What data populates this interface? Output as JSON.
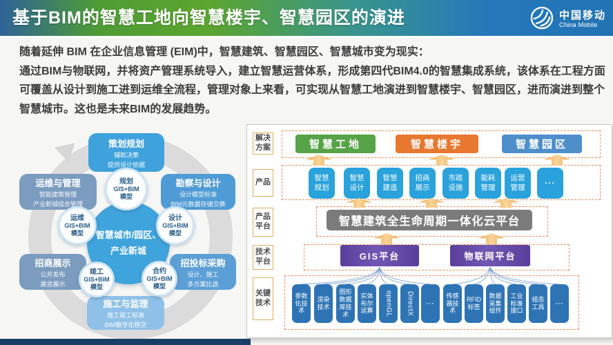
{
  "slide": {
    "title": "基于BIM的智慧工地向智慧楼宇、智慧园区的演进",
    "logo": {
      "cn": "中国移动",
      "en": "China Mobile"
    }
  },
  "intro": {
    "line1": "随着延伸 BIM 在企业信息管理 (EIM)中，智慧建筑、智慧园区、智慧城市变为现实：",
    "line2": "通过BIM与物联网，并将资产管理系统导入，建立智慧运营体系，形成第四代BIM4.0的智慧集成系统，该体系在工程方面",
    "line3": "可覆盖从设计到施工进到运维全流程，管理对象上来看，可实现从智慧工地演进到智慧楼宇、智慧园区，进而演进到整个",
    "line4": "智慧城市。这也是未来BIM的发展趋势。"
  },
  "cycle": {
    "center_line1": "智慧城市/园区、",
    "center_line2": "产业新城",
    "stages": [
      {
        "title": "策划规划",
        "line1": "辅助决策",
        "line2": "提供设计依据"
      },
      {
        "title": "勘察与设计",
        "line1": "设计模型标准",
        "line2": "BIM元数据存储交换"
      },
      {
        "title": "招投标采购",
        "line1": "设计、施工",
        "line2": "多方案比选"
      },
      {
        "title": "施工与监理",
        "line1": "施工竣工标准",
        "line2": "BIM数字化移交"
      },
      {
        "title": "招商展示",
        "line1": "公开发布",
        "line2": "展览展示"
      },
      {
        "title": "运维与管理",
        "line1": "智能建筑管理",
        "line2": "产业新城综合管理"
      }
    ],
    "model_sub1": "GIS+BIM",
    "model_sub2": "模型",
    "models": [
      {
        "label": "规划"
      },
      {
        "label": "设计"
      },
      {
        "label": "合约"
      },
      {
        "label": "竣工"
      },
      {
        "label": "运维"
      }
    ]
  },
  "arch": {
    "row_labels": [
      "解决方案",
      "产品",
      "产品平台",
      "技术平台",
      "关键技术"
    ],
    "solutions": [
      {
        "label": "智慧工地",
        "color": "#57A347"
      },
      {
        "label": "智慧楼宇",
        "color": "#E8772F"
      },
      {
        "label": "智慧园区",
        "color": "#4E8FCB"
      }
    ],
    "products": [
      "智慧规划",
      "智慧设计",
      "智慧建造",
      "招商展示",
      "市政设施",
      "能耗管理",
      "运营管理",
      "···"
    ],
    "product_platform": "智慧建筑全生命周期一体化云平台",
    "tech_platforms": [
      "GIS平台",
      "物联网平台"
    ],
    "key_tech": [
      "参数化技术",
      "渲染技术",
      "图形数据库技术",
      "实体布尔运算",
      "openGL",
      "DirectX",
      "···",
      "传感器技术",
      "RFID标签",
      "数据采集组件",
      "工业标准接口",
      "组态工具",
      "···"
    ],
    "colors": {
      "product_box": "#2AA2DB",
      "cloud_platform": "#7B7B7B",
      "tech_platform": "#5A3E9B",
      "key_tech_box": "#2E74B5",
      "arrow": "#F2B express won't appear"
    }
  }
}
